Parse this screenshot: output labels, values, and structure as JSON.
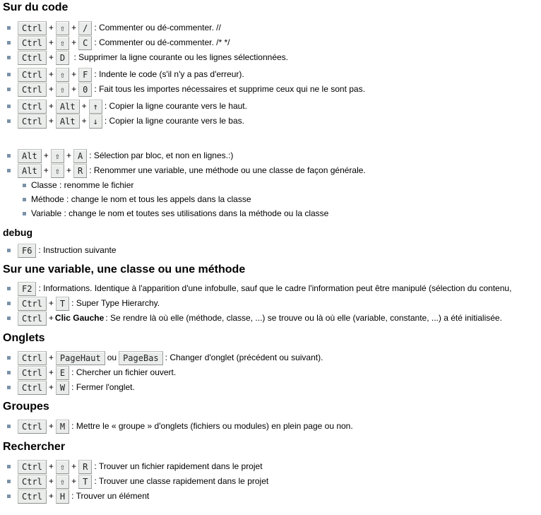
{
  "sections": {
    "code": {
      "title": "Sur du code",
      "items": [
        {
          "keys": [
            "Ctrl",
            "⇧",
            "/"
          ],
          "desc": ": Commenter ou dé-commenter. //"
        },
        {
          "keys": [
            "Ctrl",
            "⇧",
            "C"
          ],
          "desc": ": Commenter ou dé-commenter. /* */"
        },
        {
          "keys": [
            "Ctrl",
            "D"
          ],
          "desc": " : Supprimer la ligne courante ou les lignes sélectionnées."
        },
        {
          "keys": [
            "Ctrl",
            "⇧",
            "F"
          ],
          "desc": ": Indente le code (s'il n'y a pas d'erreur)."
        },
        {
          "keys": [
            "Ctrl",
            "⇧",
            "0"
          ],
          "desc": ": Fait tous les importes nécessaires et supprime ceux qui ne le sont pas."
        },
        {
          "keys": [
            "Ctrl",
            "Alt",
            "↑"
          ],
          "desc": ": Copier la ligne courante vers le haut."
        },
        {
          "keys": [
            "Ctrl",
            "Alt",
            "↓"
          ],
          "desc": ": Copier la ligne courante vers le bas."
        },
        {
          "keys": [
            "Alt",
            "⇧",
            "A"
          ],
          "desc": ": Sélection par bloc, et non en lignes.:)"
        },
        {
          "keys": [
            "Alt",
            "⇧",
            "R"
          ],
          "desc": ": Renommer une variable, une méthode ou une classe de façon générale."
        }
      ],
      "subitems": [
        "Classe : renomme le fichier",
        "Méthode : change le nom et tous les appels dans la classe",
        "Variable : change le nom et toutes ses utilisations dans la méthode ou la classe"
      ]
    },
    "debug": {
      "title": "debug",
      "items": [
        {
          "keys": [
            "F6"
          ],
          "desc": ": Instruction suivante"
        }
      ]
    },
    "variable": {
      "title": "Sur une variable, une classe ou une méthode",
      "items": [
        {
          "keys": [
            "F2"
          ],
          "desc": ": Informations. Identique à l'apparition d'une infobulle, sauf que le cadre l'information peut être manipulé (sélection du contenu,"
        },
        {
          "keys": [
            "Ctrl",
            "T"
          ],
          "desc": ": Super Type Hierarchy."
        },
        {
          "keys": [
            "Ctrl"
          ],
          "plus_text": "Clic Gauche",
          "desc": ": Se rendre là où elle (méthode, classe, ...) se trouve ou là où elle (variable, constante, ...) a été initialisée."
        }
      ]
    },
    "onglets": {
      "title": "Onglets",
      "items": [
        {
          "keys": [
            "Ctrl",
            "PageHaut"
          ],
          "or_word": "ou",
          "or_key": "PageBas",
          "desc": ": Changer d'onglet (précédent ou suivant)."
        },
        {
          "keys": [
            "Ctrl",
            "E"
          ],
          "desc": ": Chercher un fichier ouvert."
        },
        {
          "keys": [
            "Ctrl",
            "W"
          ],
          "desc": ": Fermer l'onglet."
        }
      ]
    },
    "groupes": {
      "title": "Groupes",
      "items": [
        {
          "keys": [
            "Ctrl",
            "M"
          ],
          "desc": ": Mettre le « groupe » d'onglets (fichiers ou modules) en plein page ou non."
        }
      ]
    },
    "rechercher": {
      "title": "Rechercher",
      "items": [
        {
          "keys": [
            "Ctrl",
            "⇧",
            "R"
          ],
          "desc": ": Trouver un fichier rapidement dans le projet"
        },
        {
          "keys": [
            "Ctrl",
            "⇧",
            "T"
          ],
          "desc": ": Trouver une classe rapidement dans le projet"
        },
        {
          "keys": [
            "Ctrl",
            "H"
          ],
          "desc": ": Trouver un élément"
        }
      ]
    }
  },
  "symbols": {
    "plus": "+"
  }
}
